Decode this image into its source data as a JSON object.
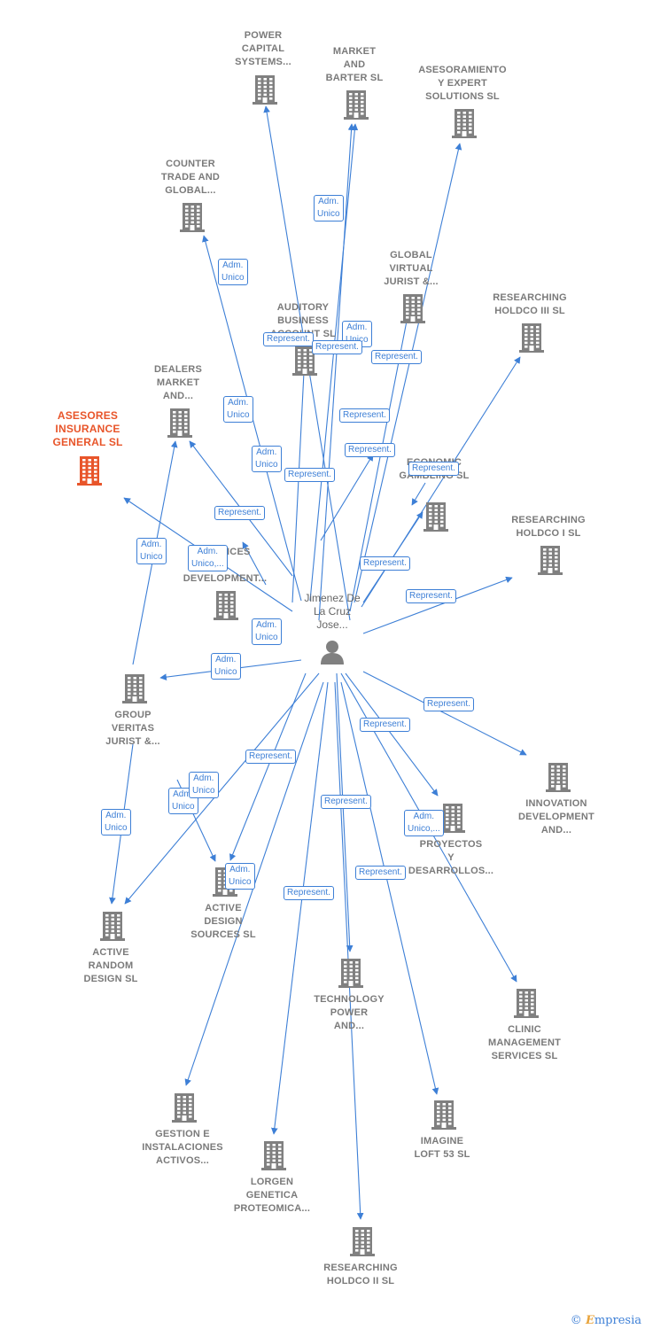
{
  "colors": {
    "edge": "#3d7fd6",
    "node": "#808080",
    "focus": "#e8552a",
    "label": "#7a7a7a"
  },
  "person": {
    "label": "Jimenez De\nLa Cruz\nJose...",
    "icon": "person-icon"
  },
  "nodes": [
    {
      "id": "power-capital",
      "label": "POWER\nCAPITAL\nSYSTEMS...",
      "icon": "building-icon"
    },
    {
      "id": "market-barter",
      "label": "MARKET\nAND\nBARTER  SL",
      "icon": "building-icon"
    },
    {
      "id": "asesoramiento",
      "label": "ASESORAMIENTO\nY EXPERT\nSOLUTIONS SL",
      "icon": "building-icon"
    },
    {
      "id": "counter-trade",
      "label": "COUNTER\nTRADE AND\nGLOBAL...",
      "icon": "building-icon"
    },
    {
      "id": "global-virtual",
      "label": "GLOBAL\nVIRTUAL\nJURIST &...",
      "icon": "building-icon"
    },
    {
      "id": "auditory",
      "label": "AUDITORY\nBUSINESS\nACCOUNT  SL",
      "icon": "building-icon"
    },
    {
      "id": "researching-iii",
      "label": "RESEARCHING\nHOLDCO III  SL",
      "icon": "building-icon"
    },
    {
      "id": "dealers",
      "label": "DEALERS\nMARKET\nAND...",
      "icon": "building-icon"
    },
    {
      "id": "asesores",
      "label": "ASESORES\nINSURANCE\nGENERAL  SL",
      "icon": "building-icon",
      "focus": true
    },
    {
      "id": "economic",
      "label": "ECONOMIC\nGAMBLING  SL",
      "icon": "building-icon"
    },
    {
      "id": "researching-i",
      "label": "RESEARCHING\nHOLDCO I  SL",
      "icon": "building-icon"
    },
    {
      "id": "services-dev",
      "label": "SERVICES\nS\nDEVELOPMENT...",
      "icon": "building-icon"
    },
    {
      "id": "group-veritas",
      "label": "GROUP\nVERITAS\nJURIST &...",
      "icon": "building-icon"
    },
    {
      "id": "innovation",
      "label": "INNOVATION\nDEVELOPMENT\nAND...",
      "icon": "building-icon"
    },
    {
      "id": "proyectos",
      "label": "PROYECTOS\nY\nDESARROLLOS...",
      "icon": "building-icon"
    },
    {
      "id": "active-design",
      "label": "ACTIVE\nDESIGN\nSOURCES  SL",
      "icon": "building-icon"
    },
    {
      "id": "active-random",
      "label": "ACTIVE\nRANDOM\nDESIGN  SL",
      "icon": "building-icon"
    },
    {
      "id": "technology",
      "label": "TECHNOLOGY\nPOWER\nAND...",
      "icon": "building-icon"
    },
    {
      "id": "clinic",
      "label": "CLINIC\nMANAGEMENT\nSERVICES  SL",
      "icon": "building-icon"
    },
    {
      "id": "gestion",
      "label": "GESTION E\nINSTALACIONES\nACTIVOS...",
      "icon": "building-icon"
    },
    {
      "id": "imagine",
      "label": "IMAGINE\nLOFT 53 SL",
      "icon": "building-icon"
    },
    {
      "id": "lorgen",
      "label": "LORGEN\nGENETICA\nPROTEOMICA...",
      "icon": "building-icon"
    },
    {
      "id": "researching-ii",
      "label": "RESEARCHING\nHOLDCO II  SL",
      "icon": "building-icon"
    }
  ],
  "edge_labels": [
    {
      "id": "l1",
      "text": "Adm.\nUnico"
    },
    {
      "id": "l2",
      "text": "Adm.\nUnico"
    },
    {
      "id": "l3",
      "text": "Represent."
    },
    {
      "id": "l4",
      "text": "Adm.\nUnico"
    },
    {
      "id": "l5",
      "text": "Represent."
    },
    {
      "id": "l6",
      "text": "Represent."
    },
    {
      "id": "l7",
      "text": "Adm.\nUnico"
    },
    {
      "id": "l8",
      "text": "Represent."
    },
    {
      "id": "l9",
      "text": "Represent."
    },
    {
      "id": "l10",
      "text": "Adm.\nUnico"
    },
    {
      "id": "l11",
      "text": "Represent."
    },
    {
      "id": "l12",
      "text": "Represent."
    },
    {
      "id": "l13",
      "text": "Adm.\nUnico"
    },
    {
      "id": "l14",
      "text": "Adm.\nUnico,..."
    },
    {
      "id": "l15",
      "text": "Represent."
    },
    {
      "id": "l16",
      "text": "Represent."
    },
    {
      "id": "l17",
      "text": "Represent."
    },
    {
      "id": "l18",
      "text": "Adm.\nUnico"
    },
    {
      "id": "l19",
      "text": "Adm.\nUnico"
    },
    {
      "id": "l20",
      "text": "Represent."
    },
    {
      "id": "l21",
      "text": "Represent."
    },
    {
      "id": "l22",
      "text": "Represent."
    },
    {
      "id": "l23",
      "text": "Adm.\nUnico"
    },
    {
      "id": "l24",
      "text": "Adm.\nUnico"
    },
    {
      "id": "l25",
      "text": "Adm.\nUnico"
    },
    {
      "id": "l26",
      "text": "Adm.\nUnico,..."
    },
    {
      "id": "l27",
      "text": "Represent."
    },
    {
      "id": "l28",
      "text": "Represent."
    },
    {
      "id": "l29",
      "text": "Adm.\nUnico"
    },
    {
      "id": "l30",
      "text": "Represent."
    }
  ],
  "brand": {
    "copyright": "©",
    "e": "E",
    "rest": "mpresia"
  }
}
